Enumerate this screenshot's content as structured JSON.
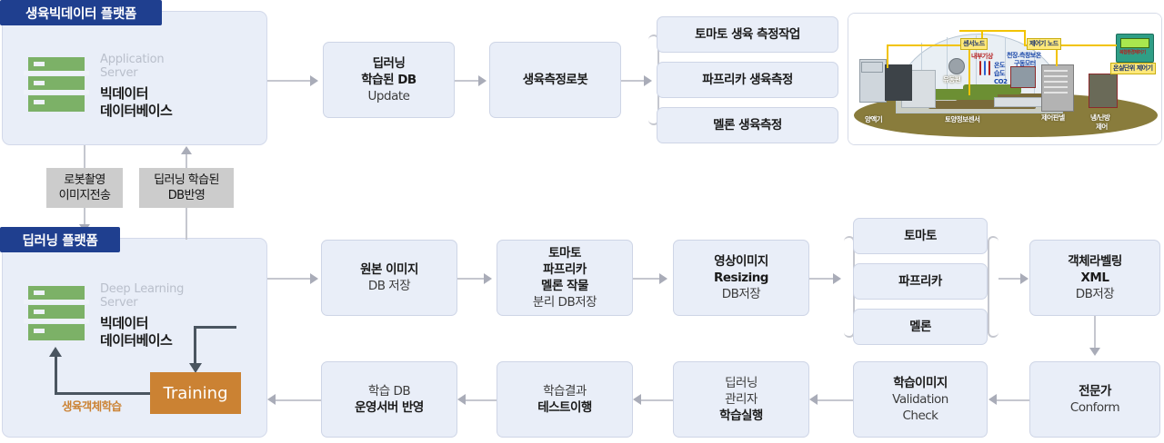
{
  "diagram": {
    "title_bigdata_platform": "생육빅데이터 플랫폼",
    "title_deeplearning_platform": "딥러닝 플랫폼"
  },
  "bigdata_platform": {
    "server": {
      "label_en_line1": "Application",
      "label_en_line2": "Server",
      "label_ko_line1": "빅데이터",
      "label_ko_line2": "데이터베이스",
      "icon": "server-rack-icon"
    }
  },
  "deeplearning_platform": {
    "server": {
      "label_en_line1": "Deep Learning",
      "label_en_line2": "Server",
      "label_ko_line1": "빅데이터",
      "label_ko_line2": "데이터베이스",
      "icon": "server-rack-icon"
    },
    "training_label": "Training",
    "training_loop_caption": "생육객체학습"
  },
  "interchange_notes": [
    {
      "line1": "로봇촬영",
      "line2": "이미지전송"
    },
    {
      "line1": "딥러닝 학습된",
      "line2": "DB반영"
    }
  ],
  "top_flow": {
    "step1": {
      "line1": "딥러닝",
      "line2": "학습된 DB",
      "line3": "Update"
    },
    "step2": {
      "line1": "생육측정로봇"
    },
    "branches": [
      {
        "label": "토마토 생육 측정작업"
      },
      {
        "label": "파프리카 생육측정"
      },
      {
        "label": "멜론 생육측정"
      }
    ]
  },
  "greenhouse_figure": {
    "caption_sensor_node": "센서노드",
    "caption_controller_node": "제어기 노드",
    "caption_greenhouse_controller": "온실단위 제어기",
    "caption_internal_weather": "내부기상",
    "caption_temp": "온도",
    "caption_humidity": "습도",
    "caption_co2": "CO2",
    "caption_ceiling_motor_line1": "천장.측창보온",
    "caption_ceiling_motor_line2": "구동모터",
    "caption_fan": "유동팬",
    "caption_nutrient": "양액기",
    "caption_soil_sensor": "토양정보센서",
    "caption_control_panel": "제어판넬",
    "caption_hvac_line1": "냉/난방",
    "caption_hvac_line2": "제어",
    "caption_device_screen": "복합환경제어기"
  },
  "middle_flow": {
    "step1": {
      "line1": "원본 이미지",
      "line2": "DB 저장"
    },
    "step2": {
      "line1": "토마토",
      "line2": "파프리카",
      "line3": "멜론 작물",
      "line4": "분리 DB저장"
    },
    "step3": {
      "line1": "영상이미지",
      "line2": "Resizing",
      "line3": "DB저장"
    },
    "crops": [
      {
        "label": "토마토"
      },
      {
        "label": "파프리카"
      },
      {
        "label": "멜론"
      }
    ],
    "step4": {
      "line1": "객체라벨링",
      "line2": "XML",
      "line3": "DB저장"
    }
  },
  "bottom_flow": {
    "step1": {
      "line1": "전문가",
      "line2": "Conform"
    },
    "step2": {
      "line1": "학습이미지",
      "line2": "Validation",
      "line3": "Check"
    },
    "step3": {
      "line1": "딥러닝",
      "line2": "관리자",
      "line3": "학습실행"
    },
    "step4": {
      "line1": "학습결과",
      "line2": "테스트이행"
    },
    "step5": {
      "line1": "학습 DB",
      "line2": "운영서버 반영"
    }
  },
  "colors": {
    "panel_header": "#1f3f8f",
    "panel_fill": "#e9eef8",
    "box_fill": "#e9eef8",
    "box_border": "#ced5e6",
    "note_fill": "#cccccc",
    "training_fill": "#cb8233",
    "server_green": "#7cb167",
    "connector": "#c5c7cf",
    "connector_dark": "#4a5560"
  }
}
